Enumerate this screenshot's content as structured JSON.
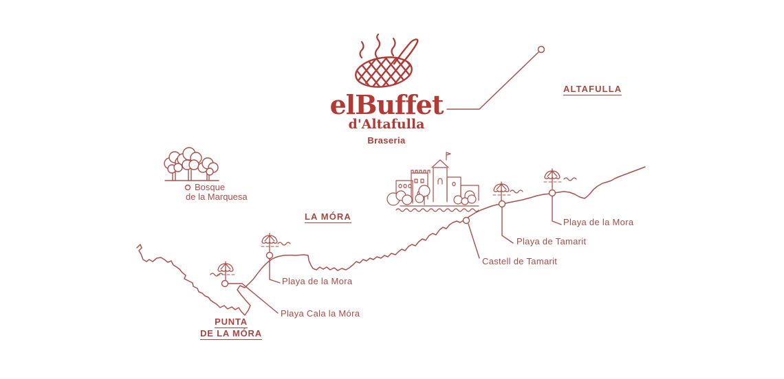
{
  "app": {
    "title": "elBuffet d'Altafulla map"
  },
  "colors": {
    "line": "#ad4f49",
    "logo": "#b23a35",
    "background": "#ffffff"
  },
  "logo": {
    "name": "elBuffet",
    "subtitle": "d'Altafulla",
    "tagline": "Braseria"
  },
  "labels": {
    "altafulla": "ALTAFULLA",
    "la_mora": "LA MÓRA",
    "punta_line1": "PUNTA",
    "punta_line2": "DE LA MÓRA",
    "bosque_line1": "Bosque",
    "bosque_line2": "de la Marquesa"
  },
  "places": {
    "playa_mora_left": "Playa de la Mora",
    "playa_cala": "Playa Cala la Móra",
    "castell": "Castell de Tamarit",
    "playa_tamarit": "Playa de Tamarit",
    "playa_mora_right": "Playa de la Mora"
  },
  "icons": {
    "logo_icon": "grill-smoke-icon",
    "forest_icon": "trees-icon",
    "castle_icon": "castle-icon",
    "beach_icon": "umbrella-waves-icon",
    "marker_icon": "circle-marker-icon"
  }
}
